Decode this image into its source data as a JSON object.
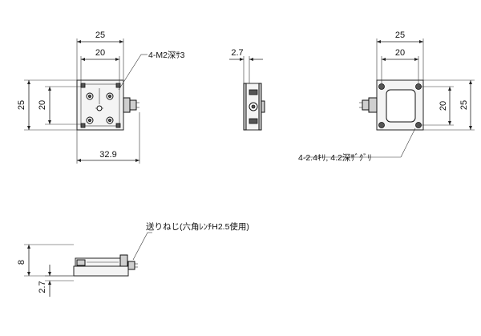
{
  "top_view": {
    "width_outer": "25",
    "width_inner": "20",
    "height_outer": "25",
    "height_inner": "20",
    "overall_length": "32.9",
    "tap_note": "4-M2深ｻ3"
  },
  "side_view": {
    "thickness": "2.7"
  },
  "bottom_view": {
    "width_outer": "25",
    "width_inner": "20",
    "height_inner": "20",
    "height_outer": "25",
    "hole_note": "4-2.4ｷﾘ, 4.2深ｻﾞｸﾞﾘ"
  },
  "front_view": {
    "height": "8",
    "base_thickness": "2.7",
    "feed_screw_note": "送りねじ(六角ﾚﾝﾁH2.5使用)"
  },
  "colors": {
    "line": "#222222",
    "body_fill": "#f4f4f4",
    "screw_fill": "#555555"
  }
}
